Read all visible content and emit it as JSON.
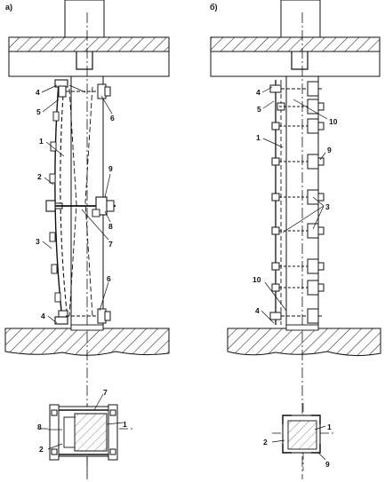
{
  "figure": {
    "panel_a": "а)",
    "panel_b": "б)"
  },
  "labels_a": {
    "l4_top": "4",
    "l5": "5",
    "l6_top": "6",
    "l1": "1",
    "l9": "9",
    "l2": "2",
    "l8": "8",
    "l7": "7",
    "l3": "3",
    "l6_bottom": "6",
    "l4_bottom": "4"
  },
  "labels_b": {
    "l4_top": "4",
    "l5": "5",
    "l10_top": "10",
    "l1": "1",
    "l9": "9",
    "l3": "3",
    "l10_bottom": "10",
    "l4_bottom": "4"
  },
  "section_a": {
    "l7": "7",
    "l1": "1",
    "l8": "8",
    "l2": "2"
  },
  "section_b": {
    "l1": "1",
    "l2": "2",
    "l9": "9"
  },
  "colors": {
    "ink": "#111111",
    "paper": "#ffffff"
  }
}
